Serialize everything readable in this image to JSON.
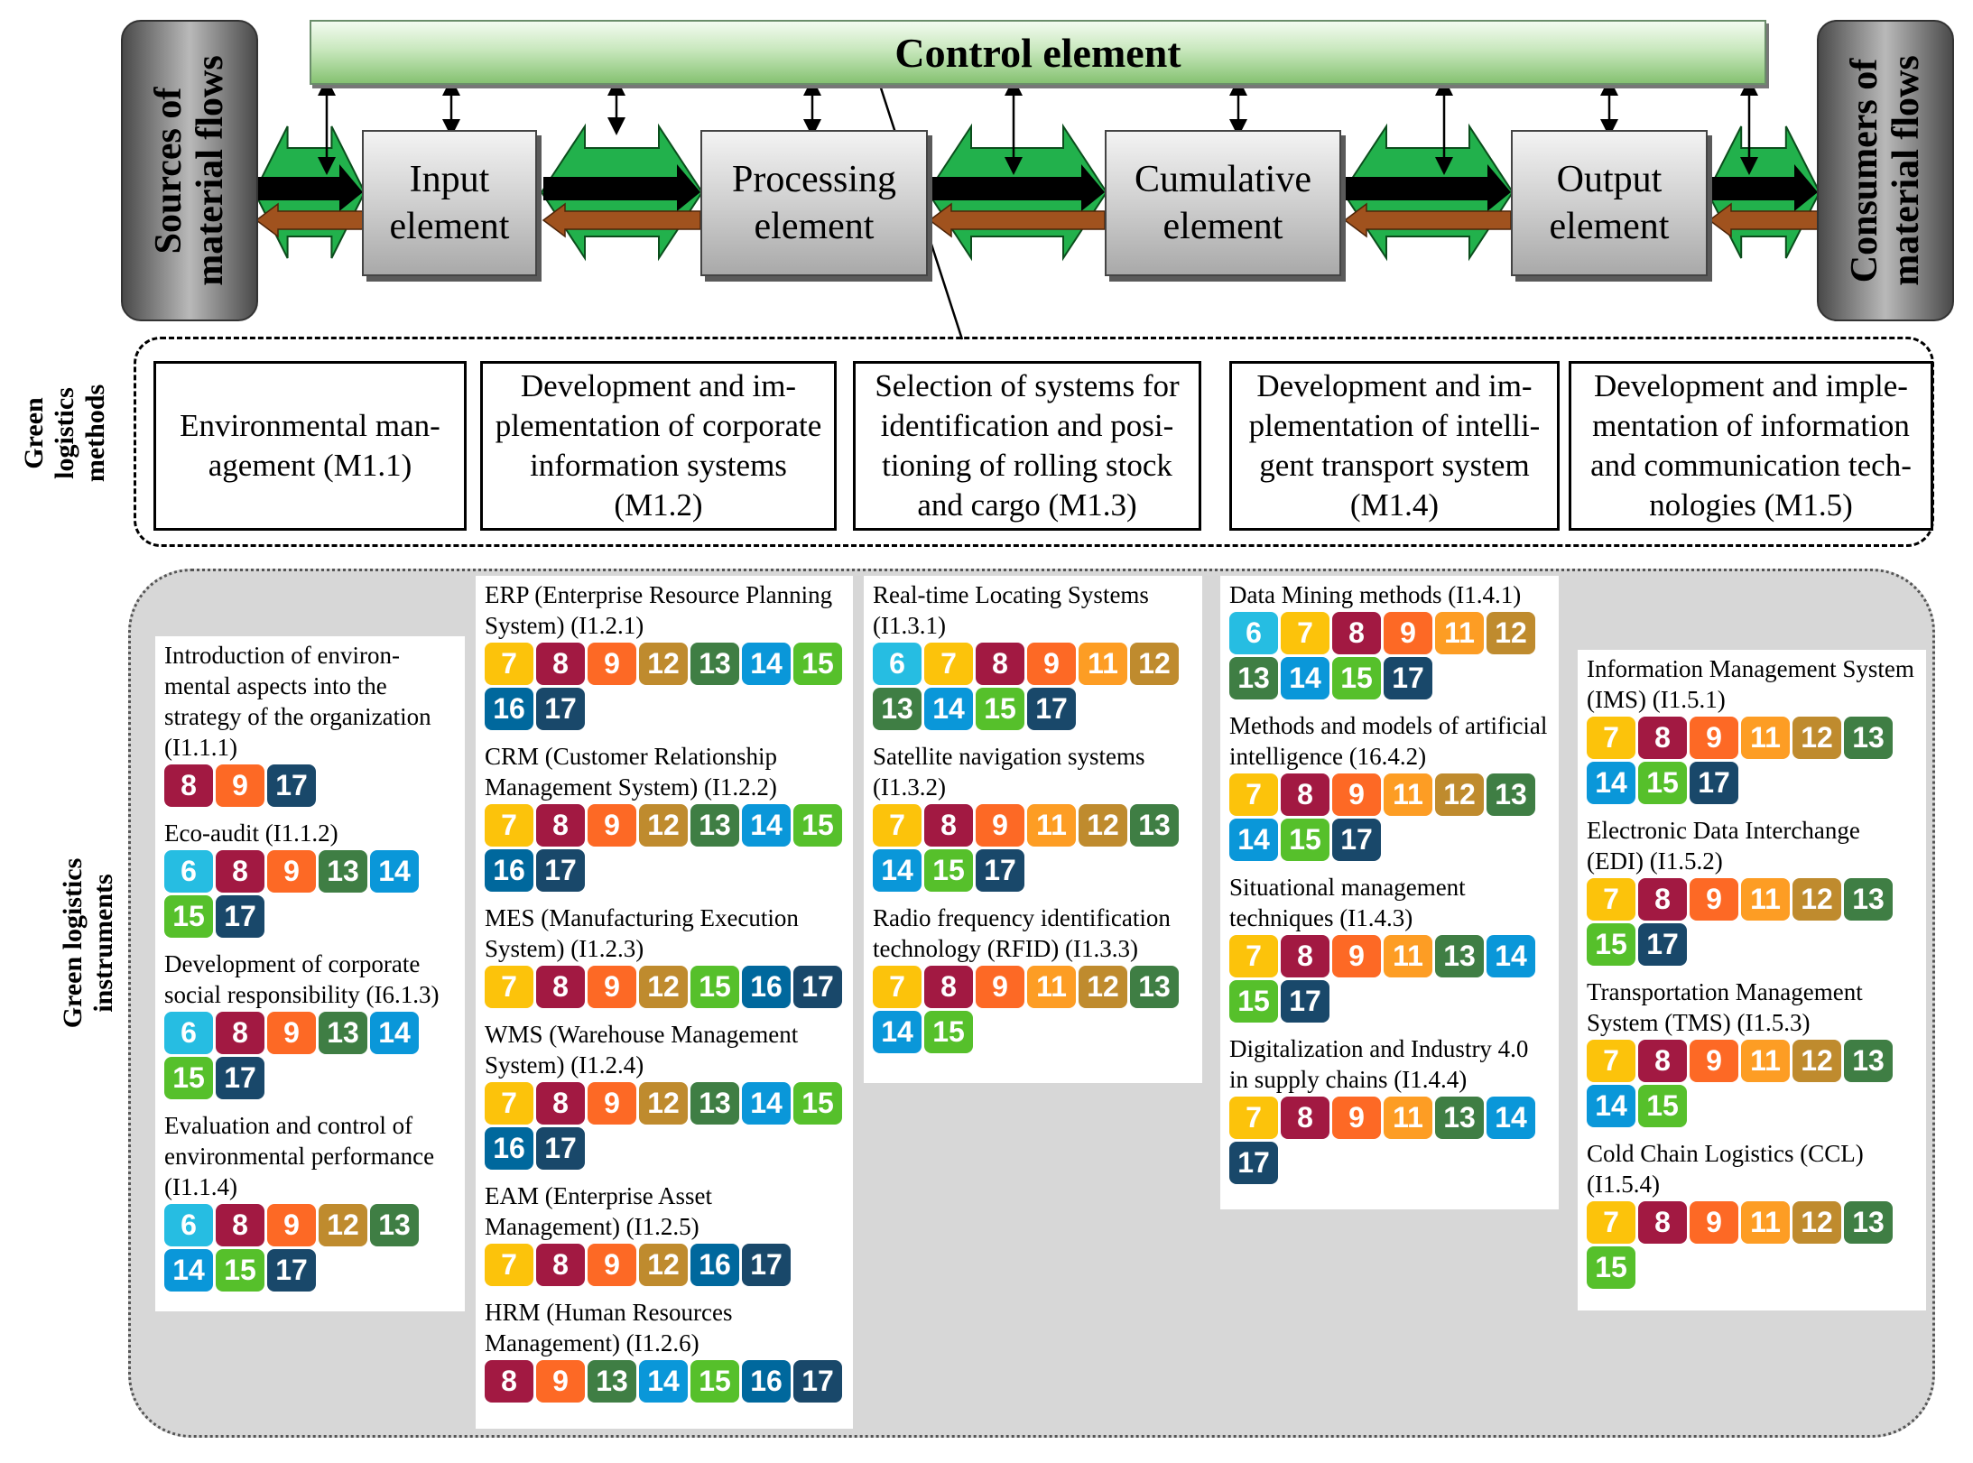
{
  "flow": {
    "control_element": "Control element",
    "sources": [
      "Sources of",
      "material flows"
    ],
    "consumers": [
      "Consumers of",
      "material flows"
    ],
    "elements": [
      "Input\nelement",
      "Processing\nelement",
      "Cumulative\nelement",
      "Output\nelement"
    ],
    "colors": {
      "green_arrow": "#22b14c",
      "black_arrow": "#000000",
      "brown_arrow": "#a0521e"
    }
  },
  "methods": {
    "section_label": [
      "Green",
      "logistics",
      "methods"
    ],
    "items": [
      "Environmental man-\nagement (M1.1)",
      "Development and im-\nplementation of corporate\ninformation systems\n(M1.2)",
      "Selection of systems for\nidentification and posi-\ntioning of rolling stock\nand cargo (M1.3)",
      "Development and im-\nplementation of intelli-\ngent transport system\n(M1.4)",
      "Development and imple-\nmentation of information\nand communication tech-\nnologies (M1.5)"
    ]
  },
  "instruments": {
    "section_label": [
      "Green logistics",
      "instruments"
    ],
    "columns": [
      [
        {
          "text": "Introduction of environ-\nmental aspects into the\nstrategy of the organization\n(I1.1.1)",
          "goals": [
            "8",
            "9",
            "17"
          ]
        },
        {
          "text": "Eco-audit (I1.1.2)",
          "goals": [
            "6",
            "8",
            "9",
            "13",
            "14",
            "15",
            "17"
          ]
        },
        {
          "text": "Development of corporate\nsocial responsibility (I6.1.3)",
          "goals": [
            "6",
            "8",
            "9",
            "13",
            "14",
            "15",
            "17"
          ]
        },
        {
          "text": "Evaluation and control of\nenvironmental performance\n(I1.1.4)",
          "goals": [
            "6",
            "8",
            "9",
            "12",
            "13",
            "14",
            "15",
            "17"
          ]
        }
      ],
      [
        {
          "text": "ERP (Enterprise Resource Planning\nSystem) (I1.2.1)",
          "goals": [
            "7",
            "8",
            "9",
            "12",
            "13",
            "14",
            "15",
            "16",
            "17"
          ]
        },
        {
          "text": "CRM (Customer Relationship\nManagement System) (I1.2.2)",
          "goals": [
            "7",
            "8",
            "9",
            "12",
            "13",
            "14",
            "15",
            "16",
            "17"
          ]
        },
        {
          "text": "MES (Manufacturing Execution\nSystem) (I1.2.3)",
          "goals": [
            "7",
            "8",
            "9",
            "12",
            "15",
            "16",
            "17"
          ]
        },
        {
          "text": "WMS (Warehouse Management\nSystem) (I1.2.4)",
          "goals": [
            "7",
            "8",
            "9",
            "12",
            "13",
            "14",
            "15",
            "16",
            "17"
          ]
        },
        {
          "text": "EAM (Enterprise Asset\nManagement) (I1.2.5)",
          "goals": [
            "7",
            "8",
            "9",
            "12",
            "16",
            "17"
          ]
        },
        {
          "text": "HRM (Human Resources\nManagement) (I1.2.6)",
          "goals": [
            "8",
            "9",
            "13",
            "14",
            "15",
            "16",
            "17"
          ]
        }
      ],
      [
        {
          "text": "Real-time Locating Systems\n(I1.3.1)",
          "goals": [
            "6",
            "7",
            "8",
            "9",
            "11",
            "12",
            "13",
            "14",
            "15",
            "17"
          ]
        },
        {
          "text": "Satellite navigation systems\n(I1.3.2)",
          "goals": [
            "7",
            "8",
            "9",
            "11",
            "12",
            "13",
            "14",
            "15",
            "17"
          ]
        },
        {
          "text": "Radio frequency identification\ntechnology (RFID) (I1.3.3)",
          "goals": [
            "7",
            "8",
            "9",
            "11",
            "12",
            "13",
            "14",
            "15"
          ]
        }
      ],
      [
        {
          "text": "Data Mining methods (I1.4.1)",
          "goals": [
            "6",
            "7",
            "8",
            "9",
            "11",
            "12",
            "13",
            "14",
            "15",
            "17"
          ]
        },
        {
          "text": "Methods and models of artificial\nintelligence (16.4.2)",
          "goals": [
            "7",
            "8",
            "9",
            "11",
            "12",
            "13",
            "14",
            "15",
            "17"
          ]
        },
        {
          "text": "Situational management\ntechniques (I1.4.3)",
          "goals": [
            "7",
            "8",
            "9",
            "11",
            "13",
            "14",
            "15",
            "17"
          ]
        },
        {
          "text": "Digitalization and Industry 4.0\nin supply chains (I1.4.4)",
          "goals": [
            "7",
            "8",
            "9",
            "11",
            "13",
            "14",
            "17"
          ]
        }
      ],
      [
        {
          "text": "Information Management System\n(IMS) (I1.5.1)",
          "goals": [
            "7",
            "8",
            "9",
            "11",
            "12",
            "13",
            "14",
            "15",
            "17"
          ]
        },
        {
          "text": "Electronic Data Interchange\n(EDI) (I1.5.2)",
          "goals": [
            "7",
            "8",
            "9",
            "11",
            "12",
            "13",
            "15",
            "17"
          ]
        },
        {
          "text": "Transportation Management\nSystem (TMS) (I1.5.3)",
          "goals": [
            "7",
            "8",
            "9",
            "11",
            "12",
            "13",
            "14",
            "15"
          ]
        },
        {
          "text": "Cold Chain Logistics (CCL)\n(I1.5.4)",
          "goals": [
            "7",
            "8",
            "9",
            "11",
            "12",
            "13",
            "15"
          ]
        }
      ]
    ]
  }
}
